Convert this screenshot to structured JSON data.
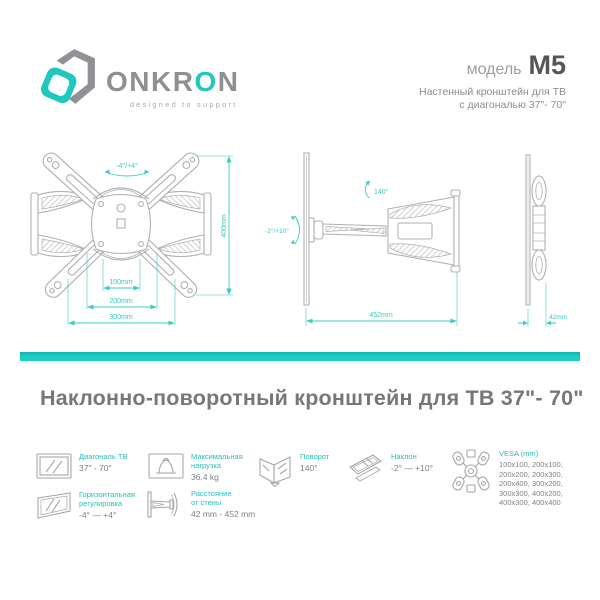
{
  "colors": {
    "teal": "#1fc8bf",
    "gray_text": "#7f8184",
    "heading_gray": "#75777a",
    "logo_gray": "#8e9093",
    "line_gray": "#aeb0b3"
  },
  "header": {
    "brand_part1": "ONKR",
    "brand_part2": "O",
    "brand_part3": "N",
    "tagline": "designed to support",
    "model_label": "модель",
    "model_name": "M5",
    "subtitle_line1": "Настенный кронштейн для ТВ",
    "subtitle_line2": "с диагональю 37\"- 70\""
  },
  "diagrams": {
    "front_view": {
      "tilt_range": "-4°/+4°",
      "height": "400mm",
      "vesa_inner": "100mm",
      "vesa_mid": "200mm",
      "vesa_outer": "300mm"
    },
    "side_view": {
      "swivel_angle": "140°",
      "tilt_range": "-2°/+10°",
      "max_extension": "452mm"
    },
    "folded_view": {
      "min_depth": "42mm"
    }
  },
  "title": "Наклонно-поворотный кронштейн для ТВ 37\"- 70\"",
  "specs": [
    {
      "icon": "tv-diagonal-icon",
      "label": "Диагональ ТВ",
      "value": "37\" - 70\""
    },
    {
      "icon": "max-load-icon",
      "label": "Максимальная нагрузка",
      "value": "36.4 kg"
    },
    {
      "icon": "swivel-icon",
      "label": "Поворот",
      "value": "140°"
    },
    {
      "icon": "tilt-icon",
      "label": "Наклон",
      "value": "-2° — +10°"
    },
    {
      "icon": "vesa-icon",
      "label": "VESA (mm)",
      "value": "100x100, 200x100, 200x200, 200x300, 200x400, 300x200, 300x300, 400x200, 400x300, 400x400"
    },
    {
      "icon": "horizontal-adjustment-icon",
      "label": "Горизонтальная регулировка",
      "value": "-4° — +4°"
    },
    {
      "icon": "wall-distance-icon",
      "label": "Расстояние от стены",
      "value": "42 mm - 452 mm"
    }
  ]
}
